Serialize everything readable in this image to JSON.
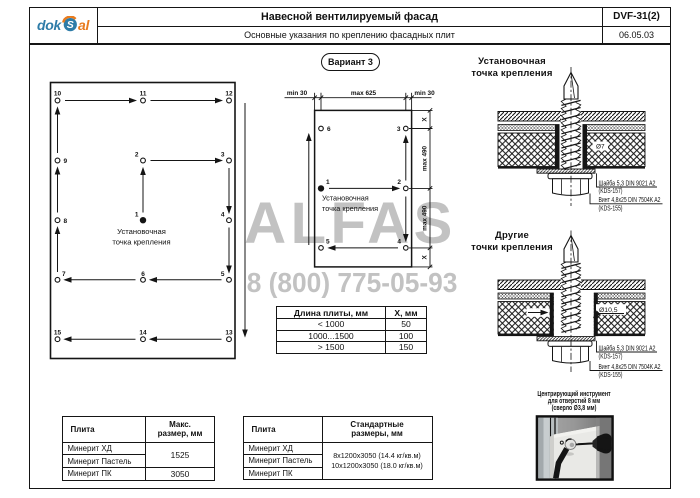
{
  "header": {
    "logo_dok": "dok",
    "logo_s": "S",
    "logo_al": "al",
    "logo_blue": "#2e7ca8",
    "logo_orange": "#e87b1e",
    "title": "Навесной вентилируемый фасад",
    "subtitle": "Основные указания по креплению фасадных плит",
    "doc_code": "DVF-31(2)",
    "doc_date": "06.05.03"
  },
  "watermark": {
    "brand": "ALFAS",
    "phone": "8 (800) 775-05-93",
    "color": "#c7c7c7"
  },
  "variant_badge": "Вариант 3",
  "left_diagram": {
    "caption_line1": "Установочная",
    "caption_line2": "точка крепления",
    "points": {
      "p1": "1",
      "p2": "2",
      "p3": "3",
      "p4": "4",
      "p5": "5",
      "p6": "6",
      "p7": "7",
      "p8": "8",
      "p9": "9",
      "p10": "10",
      "p11": "11",
      "p12": "12",
      "p13": "13",
      "p14": "14",
      "p15": "15"
    }
  },
  "middle_diagram": {
    "caption_line1": "Установочная",
    "caption_line2": "точка крепления",
    "points": {
      "p1": "1",
      "p2": "2",
      "p3": "3",
      "p4": "4",
      "p5": "5",
      "p6": "6"
    },
    "dim_left": "min 30",
    "dim_mid": "max 625",
    "dim_right": "min 30",
    "dim_x_top": "X",
    "dim_v_top": "max 490",
    "dim_v_bottom": "max 490",
    "dim_x_bottom": "X"
  },
  "section_install": {
    "title_line1": "Установочная",
    "title_line2": "точка крепления",
    "hole_label": "Ø7",
    "washer_name": "Шайба 5,3 DIN 9021 A2",
    "washer_code": "(KDS-157)",
    "screw_name": "Винт 4,8x25 DIN 7504K A2",
    "screw_code": "(KDS-155)"
  },
  "section_other": {
    "title_line1": "Другие",
    "title_line2": "точки крепления",
    "hole_label": "Ø10,5",
    "washer_name": "Шайба 5,3 DIN 9021 A2",
    "washer_code": "(KDS-157)",
    "screw_name": "Винт 4,8x25 DIN 7504K A2",
    "screw_code": "(KDS-155)"
  },
  "length_table": {
    "col1_header": "Длина плиты, мм",
    "col2_header": "X, мм",
    "rows": [
      {
        "len": "< 1000",
        "x": "50"
      },
      {
        "len": "1000...1500",
        "x": "100"
      },
      {
        "len": "> 1500",
        "x": "150"
      }
    ]
  },
  "max_table": {
    "col1_header": "Плита",
    "col2_header_line1": "Макс.",
    "col2_header_line2": "размер, мм",
    "row1": "Минерит ХД",
    "row2": "Минерит Пастель",
    "row3": "Минерит ПК",
    "value12": "1525",
    "value3": "3050"
  },
  "std_table": {
    "col1_header": "Плита",
    "col2_header_line1": "Стандартные",
    "col2_header_line2": "размеры, мм",
    "row1": "Минерит ХД",
    "row2": "Минерит Пастель",
    "row3": "Минерит ПК",
    "value_line1": "8x1200x3050 (14.4 кг/кв.м)",
    "value_line2": "10x1200x3050 (18.0 кг/кв.м)"
  },
  "tool_note": {
    "line1": "Центрирующий инструмент",
    "line2": "для отверстий 8 мм",
    "line3": "(сверло Ø3,8 мм)"
  }
}
